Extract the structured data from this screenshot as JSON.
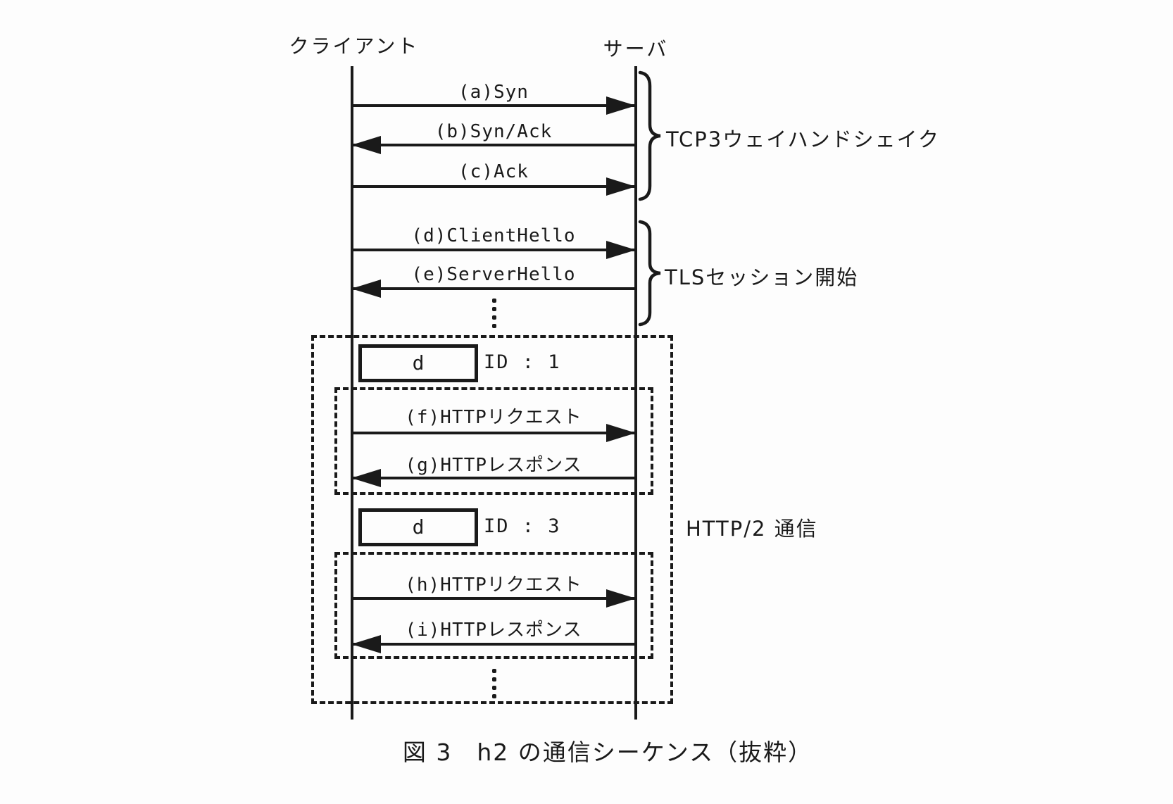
{
  "diagram": {
    "actors": {
      "client": "クライアント",
      "server": "サーバ"
    },
    "messages": [
      {
        "key": "a",
        "label": "(a)Syn",
        "direction": "right"
      },
      {
        "key": "b",
        "label": "(b)Syn/Ack",
        "direction": "left"
      },
      {
        "key": "c",
        "label": "(c)Ack",
        "direction": "right"
      },
      {
        "key": "d",
        "label": "(d)ClientHello",
        "direction": "right"
      },
      {
        "key": "e",
        "label": "(e)ServerHello",
        "direction": "left"
      },
      {
        "key": "f",
        "label": "(f)HTTPリクエスト",
        "direction": "right"
      },
      {
        "key": "g",
        "label": "(g)HTTPレスポンス",
        "direction": "left"
      },
      {
        "key": "h",
        "label": "(h)HTTPリクエスト",
        "direction": "right"
      },
      {
        "key": "i",
        "label": "(i)HTTPレスポンス",
        "direction": "left"
      }
    ],
    "group_labels": {
      "tcp": "TCP3ウェイハンドシェイク",
      "tls": "TLSセッション開始",
      "http2": "HTTP/2 通信"
    },
    "frames": [
      {
        "tag": "d",
        "id_label": "ID : 1"
      },
      {
        "tag": "d",
        "id_label": "ID : 3"
      }
    ],
    "caption": "図 3　h2 の通信シーケンス（抜粋）",
    "colors": {
      "ink": "#1a1a1a",
      "background": "#fdfdfd"
    }
  }
}
